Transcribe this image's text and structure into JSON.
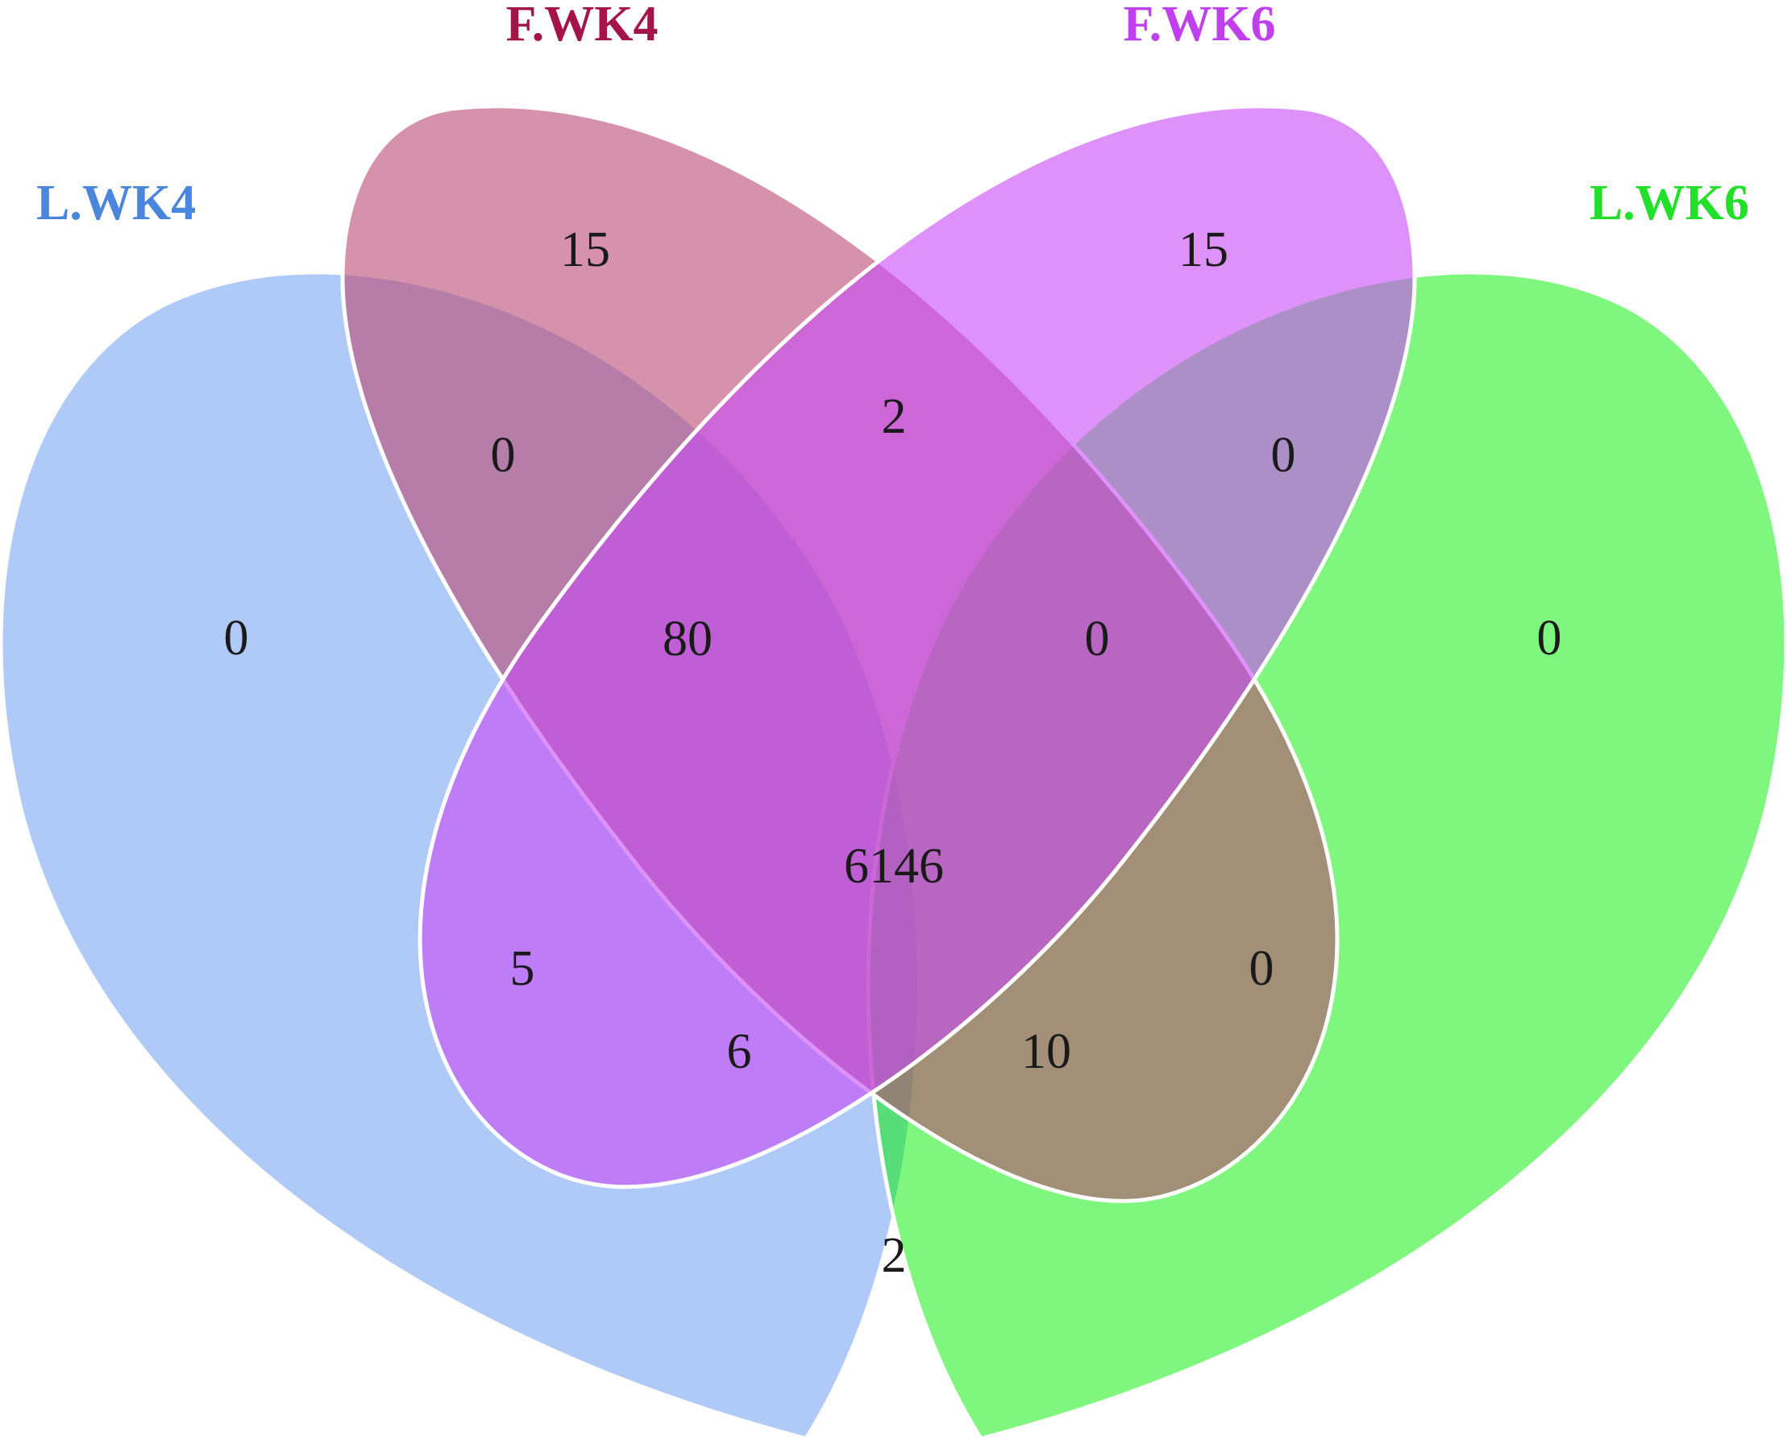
{
  "sets": [
    {
      "id": "lwk4",
      "label": "L.WK4",
      "color": "#6f9ff0",
      "label_color": "#4a86dc"
    },
    {
      "id": "fwk4",
      "label": "F.WK4",
      "color": "#b94a72",
      "label_color": "#a4144a"
    },
    {
      "id": "fwk6",
      "label": "F.WK6",
      "color": "#c84af5",
      "label_color": "#c040f0"
    },
    {
      "id": "lwk6",
      "label": "L.WK6",
      "color": "#00f000",
      "label_color": "#22e02a"
    }
  ],
  "regions": [
    {
      "sets": [
        "lwk4"
      ],
      "count": "0"
    },
    {
      "sets": [
        "fwk4"
      ],
      "count": "15"
    },
    {
      "sets": [
        "fwk6"
      ],
      "count": "15"
    },
    {
      "sets": [
        "lwk6"
      ],
      "count": "0"
    },
    {
      "sets": [
        "lwk4",
        "fwk4"
      ],
      "count": "0"
    },
    {
      "sets": [
        "fwk4",
        "fwk6"
      ],
      "count": "2"
    },
    {
      "sets": [
        "fwk6",
        "lwk6"
      ],
      "count": "0"
    },
    {
      "sets": [
        "lwk4",
        "fwk4",
        "fwk6"
      ],
      "count": "80"
    },
    {
      "sets": [
        "fwk4",
        "fwk6",
        "lwk6"
      ],
      "count": "0"
    },
    {
      "sets": [
        "lwk4",
        "fwk6"
      ],
      "count": "5"
    },
    {
      "sets": [
        "lwk4",
        "fwk4",
        "fwk6",
        "lwk6"
      ],
      "count": "6146"
    },
    {
      "sets": [
        "fwk4",
        "lwk6"
      ],
      "count": "0"
    },
    {
      "sets": [
        "lwk4",
        "fwk6",
        "lwk6"
      ],
      "count": "6"
    },
    {
      "sets": [
        "lwk4",
        "fwk4",
        "lwk6"
      ],
      "count": "10"
    },
    {
      "sets": [
        "lwk4",
        "lwk6"
      ],
      "count": "2"
    }
  ]
}
